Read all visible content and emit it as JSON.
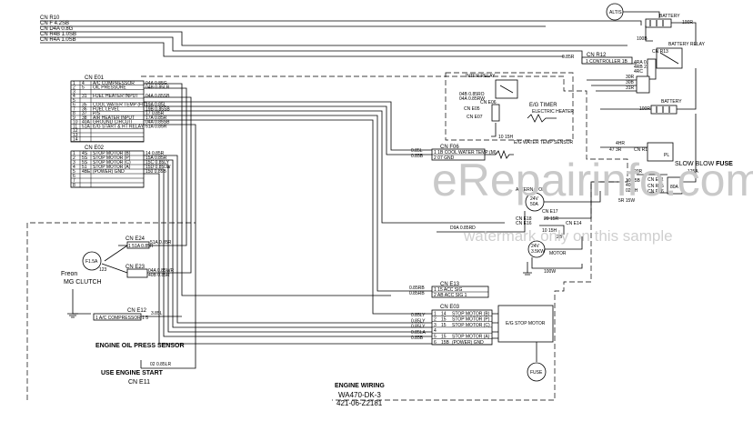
{
  "top_left_wires": [
    "CN R10",
    "CN F 4.2SB",
    "CN D4A 0.8G",
    "CN R4B 1.0SB",
    "CN R4A 1.0SB"
  ],
  "batteries": {
    "top_circle_label": "ALT/S",
    "battery_label": "BATTERY",
    "battery_relay_label": "BATTERY RELAY",
    "wire_100r": "100R",
    "wire_100b": "100B",
    "wire_100r_b": "100R",
    "battery2_label": "BATTERY",
    "relay_connector": "CN R13",
    "relay_wires": [
      "4RA 0.85R",
      "4RB 2.0R",
      "4RC"
    ],
    "bat_wires": [
      "30R",
      "30B",
      "31R"
    ]
  },
  "cn_r12": {
    "label": "CN R12",
    "wire": "0.85R",
    "sub": "1 CONTROLLER 1B"
  },
  "cn_e01": {
    "title": "CN E01",
    "rows": [
      {
        "n": "1",
        "w": "4",
        "desc": "A/C COMPRESSOR",
        "wire": "04A 0.85G"
      },
      {
        "n": "2",
        "w": "5",
        "desc": "OIL PRESSURE",
        "wire": "04B 0.85LR"
      },
      {
        "n": "3",
        "w": "",
        "desc": "",
        "wire": ""
      },
      {
        "n": "4",
        "w": "31",
        "desc": "FUEL HEATER INPUT",
        "wire": "04A 0.85SB"
      },
      {
        "n": "5",
        "w": "",
        "desc": "",
        "wire": ""
      },
      {
        "n": "6",
        "w": "35",
        "desc": "COOL WATER TEMP (FIT)",
        "wire": "19A 0.85L"
      },
      {
        "n": "7",
        "w": "36",
        "desc": "FUEL LEVEL",
        "wire": "19B 0.85SB"
      },
      {
        "n": "8",
        "w": "37",
        "desc": "P/S",
        "wire": "17 0.85R"
      },
      {
        "n": "9",
        "w": "38",
        "desc": "AIR HEATER INPUT",
        "wire": "17A 0.85R"
      },
      {
        "n": "10",
        "w": "40A",
        "desc": "GROUND CIRCUIT",
        "wire": "04A 0.85SB"
      },
      {
        "n": "11",
        "w": "51A",
        "desc": "E/G START & HT RELAY",
        "wire": "51A 0.85R"
      },
      {
        "n": "12",
        "w": "",
        "desc": "",
        "wire": ""
      },
      {
        "n": "13",
        "w": "",
        "desc": "",
        "wire": ""
      },
      {
        "n": "14",
        "w": "",
        "desc": "",
        "wire": ""
      }
    ]
  },
  "cn_e02": {
    "title": "CN E02",
    "rows": [
      {
        "n": "1",
        "w": "4S",
        "desc": "STOP MOTOR (B)",
        "wire": "14 0.85R"
      },
      {
        "n": "2",
        "w": "5S",
        "desc": "STOP MOTOR (P)",
        "wire": "15A 0.85R"
      },
      {
        "n": "3",
        "w": "5S",
        "desc": "STOP MOTOR (C)",
        "wire": "15C 0.85LY"
      },
      {
        "n": "4",
        "w": "51",
        "desc": "STOP MOTOR (A)",
        "wire": "15D 0.85LW"
      },
      {
        "n": "5",
        "w": "4BE",
        "desc": "(POWER)   GND",
        "wire": "150 0.85B"
      },
      {
        "n": "6",
        "w": "",
        "desc": "",
        "wire": ""
      },
      {
        "n": "7",
        "w": "",
        "desc": "",
        "wire": ""
      },
      {
        "n": "8",
        "w": "",
        "desc": "",
        "wire": ""
      }
    ]
  },
  "inter_relay": {
    "title": "INTER RELAY",
    "wire_a": "04B 0.85RO",
    "wire_b": "04A 0.85RW",
    "cn_e05": "CN E05",
    "cn_e07": "CN E07",
    "cn_e06": "CN E06",
    "eg_timer": "E/G TIMER",
    "timer_sub": "ELECTRIC HEATER",
    "bottom_wire": "10 15H",
    "bottom_note": "E/G WATER TEMP SENSOR"
  },
  "cn_f06": {
    "label": "CN F06",
    "rows": [
      {
        "n": "1",
        "w": "1B",
        "t": "COOL WATER TEMP (M)"
      },
      {
        "n": "2",
        "w": "07",
        "t": "GND"
      }
    ],
    "wires": [
      "0.85L",
      "0.85B"
    ]
  },
  "alternator": {
    "title": "ALTERNATOR",
    "inner": [
      "24V",
      "50A"
    ],
    "cn_e17": "CN E17",
    "cn_e18": "CN E18",
    "cn_e16": "CN E16",
    "cn_e14": "CN E14",
    "wire_d9a": "D9A 0.85RD",
    "wire_20": "20 15R",
    "wire_10": "10 15H",
    "w2b": "2B"
  },
  "right_parts": {
    "cn_r17": "CN R17",
    "wire_4hr": "4HR",
    "wire_47r": "47 3R",
    "pl_label": "PL",
    "sbf_title": "SLOW BLOW",
    "sbf_bold": "FUSE",
    "sbf_wire_top": "125A",
    "sbf_80a": "80A",
    "sbf_wires": [
      "20R",
      "10 15B",
      "40A",
      "02 3H"
    ],
    "cn_e01r": "CN E01",
    "cn_r15": "CN R15",
    "cn_r16": "CN R16",
    "wire_5r": "5R 15W"
  },
  "motor": {
    "title": "MOTOR",
    "inner": [
      "24V",
      "3.5KW"
    ],
    "wire_100w": "100W"
  },
  "cn_e24": {
    "label": "CN E24",
    "wire": "51A 0.85R",
    "row": "1 51A 0.85R"
  },
  "cn_e23": {
    "label": "CN E23",
    "wires": [
      "04A 0.85WR",
      "40B 0.85R"
    ]
  },
  "clutch": {
    "part": "F1.5A",
    "label1": "Freon",
    "label2": "MG CLUTCH",
    "bubble": "123"
  },
  "cn_e12": {
    "label": "CN E12",
    "wire": "3.85L",
    "row": "1 A/C COMPRESSOR  1 5"
  },
  "cn_e13": {
    "label": "CN E13",
    "rows": [
      {
        "n": "1",
        "w": "15",
        "t": "ACC SIG"
      },
      {
        "n": "2",
        "w": "AB",
        "t": "ACC SIG 1"
      }
    ],
    "wires": [
      "0.85RB",
      "0.85RB"
    ]
  },
  "cn_e03": {
    "label": "CN E03",
    "rows": [
      {
        "n": "1",
        "w": "14",
        "t": "STOP MOTOR (B)"
      },
      {
        "n": "2",
        "w": "15",
        "t": "STOP MOTOR (P)"
      },
      {
        "n": "3",
        "w": "15",
        "t": "STOP MOTOR (C)"
      },
      {
        "n": "4",
        "w": "",
        "t": ""
      },
      {
        "n": "5",
        "w": "15",
        "t": "STOP MOTOR (A)"
      },
      {
        "n": "6",
        "w": "15B",
        "t": "(POWER) GND"
      }
    ],
    "wires": [
      "0.85LY",
      "0.85LY",
      "0.85LY",
      "0.85LA",
      "0.85B"
    ]
  },
  "stop_motor": {
    "label": "E/G STOP MOTOR"
  },
  "fuse_circle": {
    "label": "FUSE"
  },
  "engine_oil": {
    "title": "ENGINE OIL PRESS SENSOR",
    "wire": "02 0.85LR",
    "sub": "USE ENGINE START",
    "cn": "CN E11"
  },
  "engine_wiring": {
    "title": "ENGINE WIRING",
    "model": "WA470-DK-3",
    "code": "421-06-Z2181"
  },
  "watermark": {
    "main": "eRepairinfo.com",
    "sub": "watermark only on this sample"
  }
}
